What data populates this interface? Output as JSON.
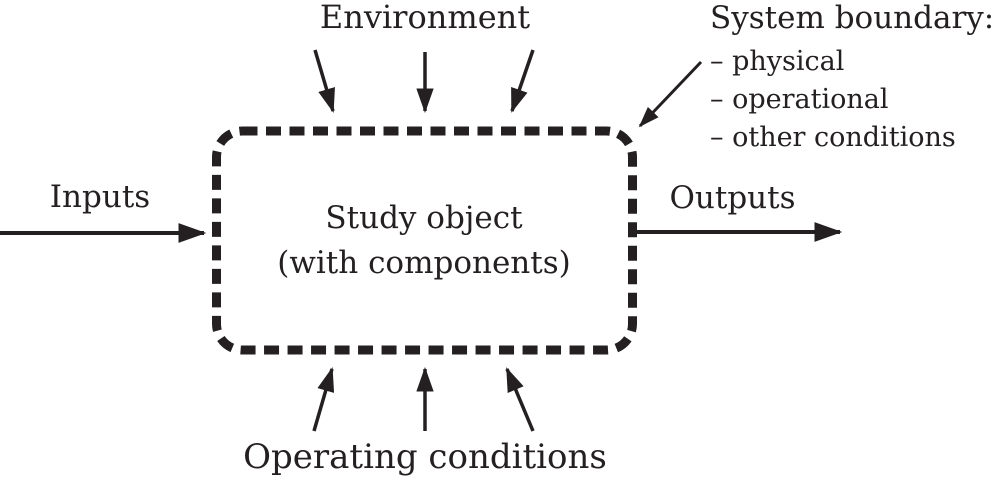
{
  "diagram": {
    "environment_label": "Environment",
    "inputs_label": "Inputs",
    "outputs_label": "Outputs",
    "operating_conditions_label": "Operating conditions",
    "study_object": {
      "line1": "Study object",
      "line2": "(with components)"
    },
    "system_boundary": {
      "title": "System boundary:",
      "items": [
        "– physical",
        "– operational",
        "– other conditions"
      ]
    },
    "colors": {
      "ink": "#242021",
      "background": "#ffffff"
    }
  }
}
